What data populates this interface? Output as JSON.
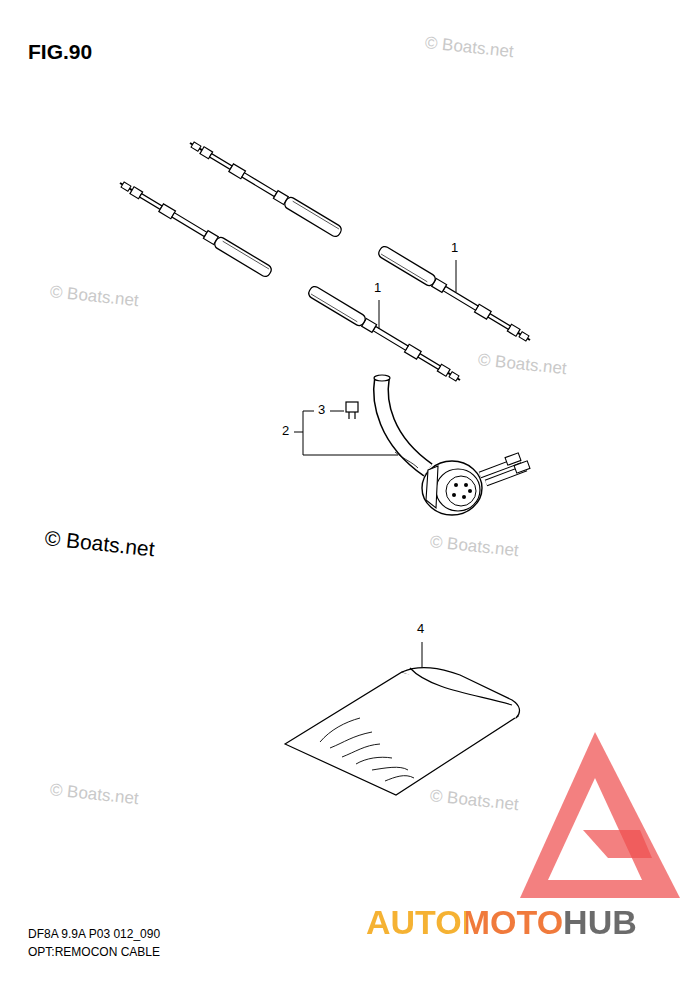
{
  "diagram": {
    "title": "FIG.90",
    "labels": [
      "© Boats.net",
      "1",
      "1",
      "© Boats.net",
      "© Boats.net",
      "3",
      "2",
      "© Boats.net",
      "© Boats.net",
      "4",
      "© Boats.net",
      "© Boats.net",
      "AUTOMOTOHUB",
      "DF8A 9.9A P03 012_090",
      "OPT:REMOCON CABLE"
    ]
  }
}
